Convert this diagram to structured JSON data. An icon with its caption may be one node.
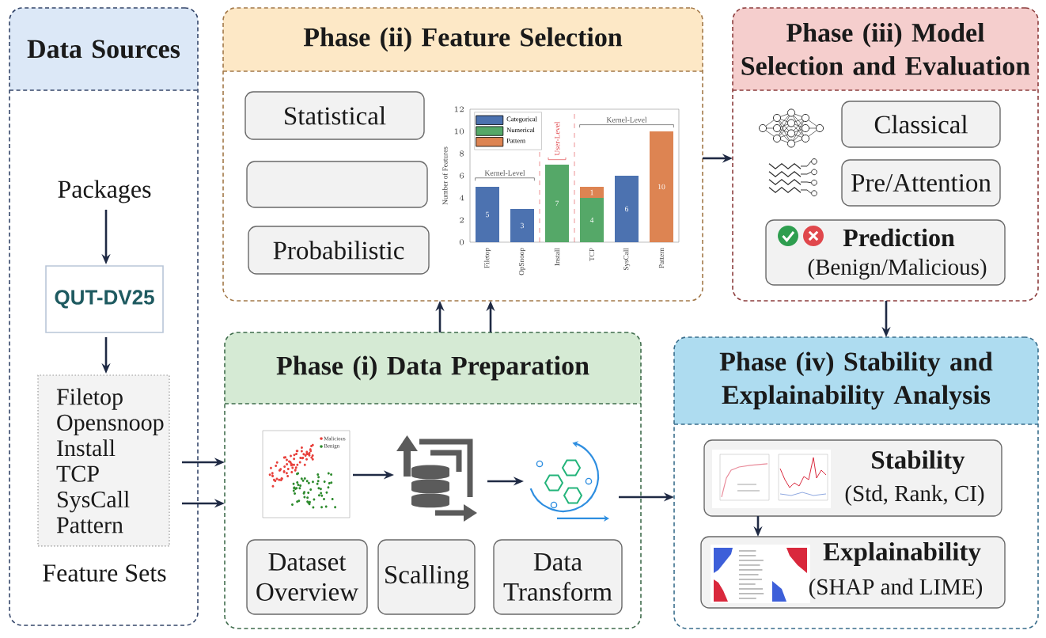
{
  "diagram": {
    "nodes": [
      {
        "text": [
          "Data Sources"
        ]
      },
      {
        "text": [
          "Packages"
        ],
        "in": 0
      },
      {
        "text": [
          "QUT-DV25"
        ],
        "in": 0
      },
      {
        "text": [
          "Filetop Opensnoop Install TCP SysCall Pattern"
        ],
        "beside": [
          "Feature Sets"
        ],
        "in": 0
      },
      {
        "text": [
          "Phase (ii) Feature Selection"
        ]
      },
      {
        "text": [
          "Statistical"
        ],
        "in": 4
      },
      {
        "text": [],
        "shape": "box",
        "in": 4
      },
      {
        "text": [
          "Probabilistic"
        ],
        "in": 4
      },
      {
        "text": [
          "Phase (iii) Model Selection and Evaluation"
        ]
      },
      {
        "text": [
          "Classical"
        ],
        "in": 8
      },
      {
        "text": [
          "Pre/Attention"
        ],
        "in": 8
      },
      {
        "text": [
          "Prediction",
          "(Benign/Malicious)"
        ],
        "in": 8
      },
      {
        "text": [
          "Phase (i) Data Preparation"
        ]
      },
      {
        "text": [],
        "shape": "picture",
        "in": 12
      },
      {
        "text": [],
        "shape": "picture",
        "in": 12
      },
      {
        "text": [],
        "shape": "picture",
        "in": 12
      },
      {
        "text": [
          "Dataset Overview"
        ],
        "in": 12
      },
      {
        "text": [
          "Scalling"
        ],
        "in": 12
      },
      {
        "text": [
          "Data Transform"
        ],
        "in": 12
      },
      {
        "text": [
          "Phase (iv) Stability and Explainability Analysis"
        ]
      },
      {
        "text": [
          "Stability",
          "(Std, Rank, CI)"
        ],
        "in": 19
      },
      {
        "text": [
          "Explainability",
          "(SHAP and LIME)"
        ],
        "in": 19
      }
    ],
    "edges": [
      {
        "from": 1,
        "to": 2,
        "arrow": "to"
      },
      {
        "from": 2,
        "to": 3,
        "arrow": "to"
      },
      {
        "from": 3,
        "to": 12,
        "arrow": "to"
      },
      {
        "from": 3,
        "to": 12,
        "arrow": "to"
      },
      {
        "from": 12,
        "to": 4,
        "arrow": "to"
      },
      {
        "from": 12,
        "to": 4,
        "arrow": "to"
      },
      {
        "from": 4,
        "to": 8,
        "arrow": "to"
      },
      {
        "from": 8,
        "to": 19,
        "arrow": "to"
      },
      {
        "from": 13,
        "to": 14,
        "arrow": "to"
      },
      {
        "from": 14,
        "to": 15,
        "arrow": "to"
      },
      {
        "from": 15,
        "to": 19,
        "arrow": "to"
      },
      {
        "from": 20,
        "to": 21,
        "arrow": "to"
      }
    ],
    "labels": [
      "Malicious",
      "Benign"
    ],
    "chart_data": {
      "type": "bar",
      "stacked": true,
      "ylabel": "Number of Features",
      "categories": [
        "Filetop",
        "OpSnoop",
        "Install",
        "TCP",
        "SysCall",
        "Pattern"
      ],
      "series": [
        {
          "name": "Categorical",
          "color": "#4c72b0",
          "values": [
            5,
            3,
            0,
            0,
            6,
            0
          ],
          "value_labels": [
            "5",
            "3",
            null,
            null,
            "6",
            null
          ]
        },
        {
          "name": "Numerical",
          "color": "#55a868",
          "values": [
            0,
            0,
            7,
            4,
            0,
            0
          ],
          "value_labels": [
            null,
            null,
            "7",
            "4",
            null,
            null
          ]
        },
        {
          "name": "Pattern",
          "color": "#dd8452",
          "values": [
            0,
            0,
            0,
            1,
            0,
            10
          ],
          "value_labels": [
            null,
            null,
            null,
            "1",
            null,
            "10"
          ]
        }
      ],
      "ylim": [
        0,
        12
      ],
      "yticks": [
        0,
        2,
        4,
        6,
        8,
        10,
        12
      ],
      "legend": "upper left",
      "annotations": [
        "Kernel-Level",
        "User-Level",
        "Kernel-Level"
      ]
    }
  }
}
